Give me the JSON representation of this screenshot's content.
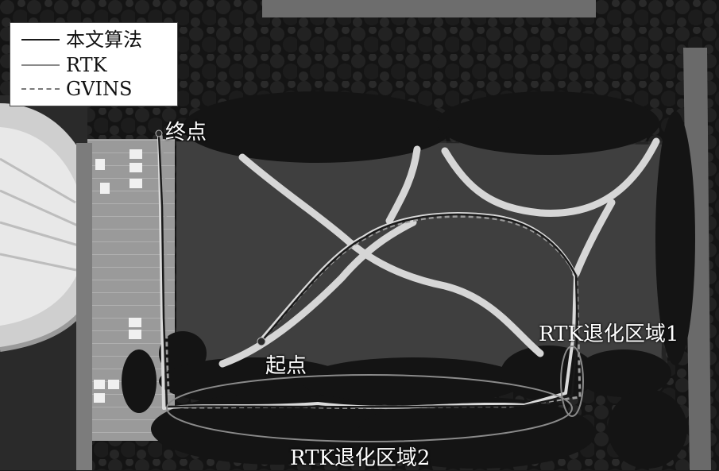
{
  "legend": {
    "items": [
      {
        "label": "本文算法",
        "color": "#1a1a1a",
        "style": "solid"
      },
      {
        "label": "RTK",
        "color": "#8a8a8a",
        "style": "solid"
      },
      {
        "label": "GVINS",
        "color": "#7a7a7a",
        "style": "dashed"
      }
    ]
  },
  "labels": {
    "end_point": "终点",
    "start_point": "起点",
    "rtk_region_1": "RTK退化区域1",
    "rtk_region_2": "RTK退化区域2"
  },
  "colors": {
    "grass": "#3c3c3c",
    "trees": "#151515",
    "path": "#d9d9d9",
    "trajectory_white": "#f2f2f2"
  }
}
